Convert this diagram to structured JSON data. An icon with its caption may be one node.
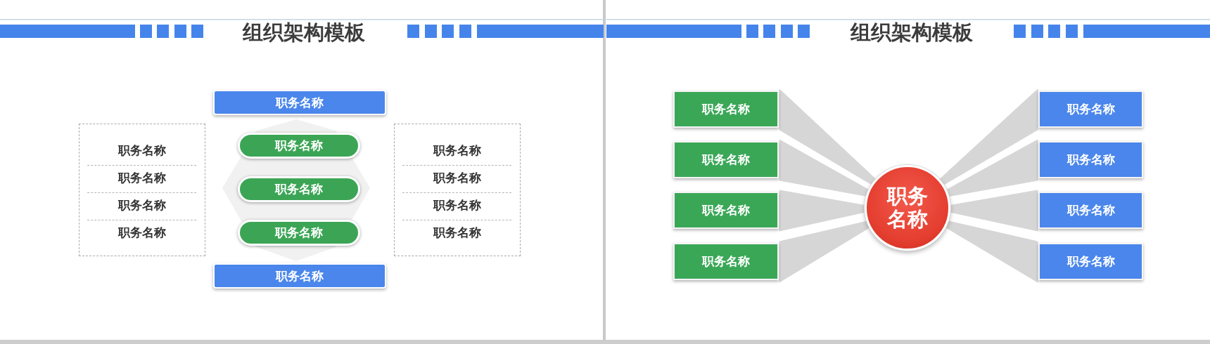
{
  "diagram": {
    "title": "组织架构模板",
    "nodes": [
      {
        "text": [
          "职务名称"
        ]
      },
      {
        "text": [
          "职务名称",
          "职务名称",
          "职务名称",
          "职务名称"
        ]
      },
      {
        "text": [],
        "shape": "octagon"
      },
      {
        "text": [
          "职务名称"
        ],
        "in": 2
      },
      {
        "text": [
          "职务名称"
        ],
        "in": 2
      },
      {
        "text": [
          "职务名称"
        ],
        "in": 2
      },
      {
        "text": [
          "职务名称",
          "职务名称",
          "职务名称",
          "职务名称"
        ]
      },
      {
        "text": [
          "职务名称"
        ]
      },
      {
        "text": [
          "职务名称"
        ]
      },
      {
        "text": [
          "职务名称"
        ]
      },
      {
        "text": [
          "职务名称"
        ]
      },
      {
        "text": [
          "职务名称"
        ]
      },
      {
        "text": [
          "职务名称"
        ]
      },
      {
        "text": [
          "职务名称"
        ]
      },
      {
        "text": [
          "职务名称"
        ]
      },
      {
        "text": [
          "职务名称"
        ]
      },
      {
        "text": [
          "职务名称"
        ]
      }
    ],
    "edges": [
      {
        "from": 12,
        "to": 8,
        "arrow": "none"
      },
      {
        "from": 12,
        "to": 9,
        "arrow": "none"
      },
      {
        "from": 12,
        "to": 10,
        "arrow": "none"
      },
      {
        "from": 12,
        "to": 11,
        "arrow": "none"
      },
      {
        "from": 12,
        "to": 13,
        "arrow": "none"
      },
      {
        "from": 12,
        "to": 14,
        "arrow": "none"
      },
      {
        "from": 12,
        "to": 15,
        "arrow": "none"
      },
      {
        "from": 12,
        "to": 16,
        "arrow": "none"
      }
    ],
    "labels": [
      "组织架构模板"
    ]
  }
}
